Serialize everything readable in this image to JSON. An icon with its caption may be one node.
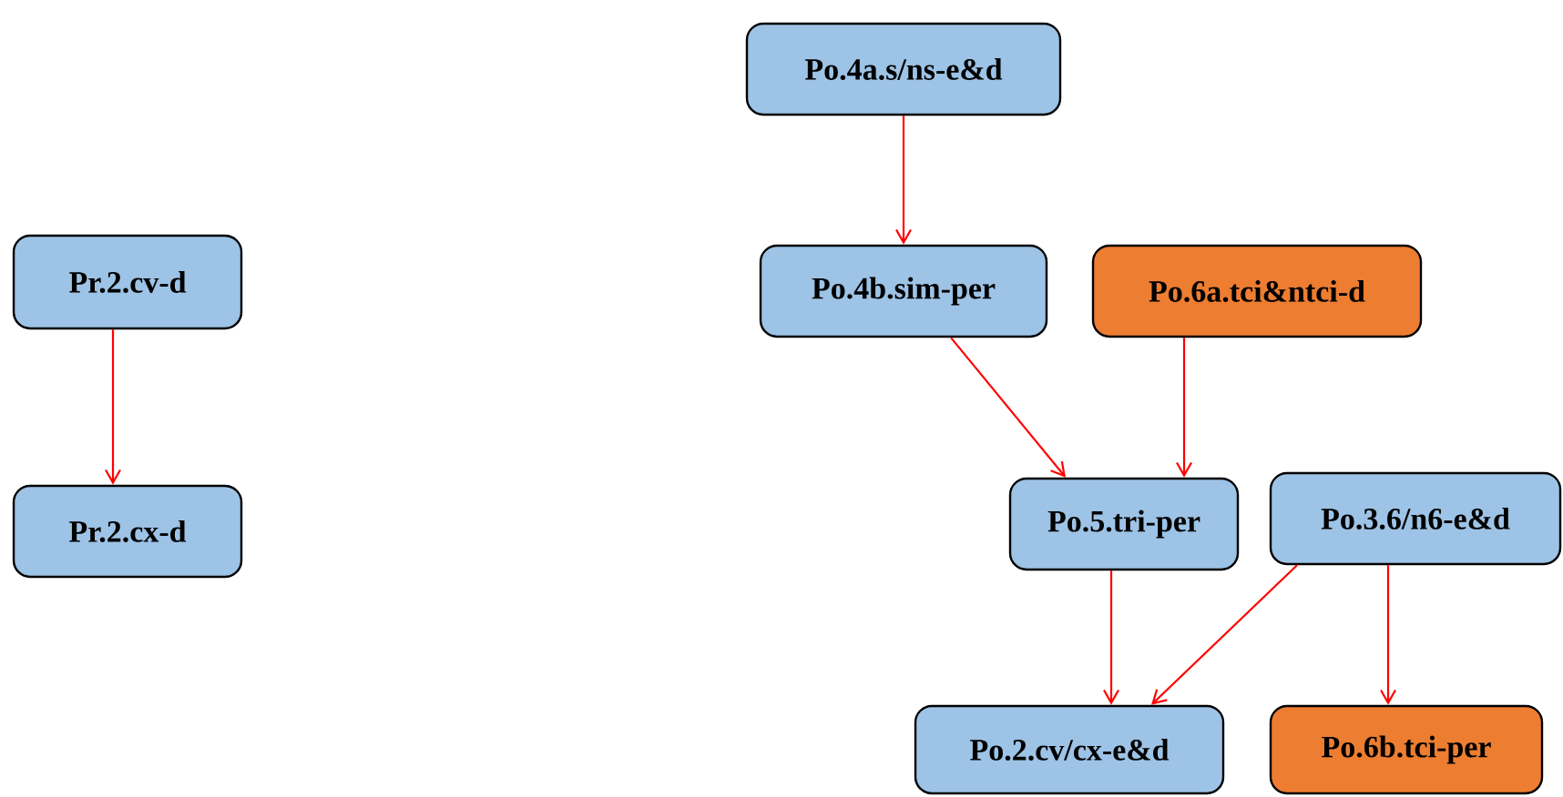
{
  "diagram": {
    "nodes": [
      {
        "text": [
          "Po.4a.s/ns-e&d"
        ]
      },
      {
        "text": [
          "Pr.2.cv-d"
        ]
      },
      {
        "text": [
          "Po.4b.sim-per"
        ]
      },
      {
        "text": [
          "Po.6a.tci&ntci-d"
        ]
      },
      {
        "text": [
          "Po.5.tri-per"
        ]
      },
      {
        "text": [
          "Po.3.6/n6-e&d"
        ]
      },
      {
        "text": [
          "Pr.2.cx-d"
        ]
      },
      {
        "text": [
          "Po.2.cv/cx-e&d"
        ]
      },
      {
        "text": [
          "Po.6b.tci-per"
        ]
      }
    ],
    "edges": [
      {
        "from": 0,
        "to": 2,
        "arrow": "to"
      },
      {
        "from": 1,
        "to": 6,
        "arrow": "to"
      },
      {
        "from": 2,
        "to": 4,
        "arrow": "to"
      },
      {
        "from": 3,
        "to": 4,
        "arrow": "to"
      },
      {
        "from": 4,
        "to": 7,
        "arrow": "to"
      },
      {
        "from": 5,
        "to": 7,
        "arrow": "to"
      },
      {
        "from": 5,
        "to": 8,
        "arrow": "to"
      }
    ]
  }
}
